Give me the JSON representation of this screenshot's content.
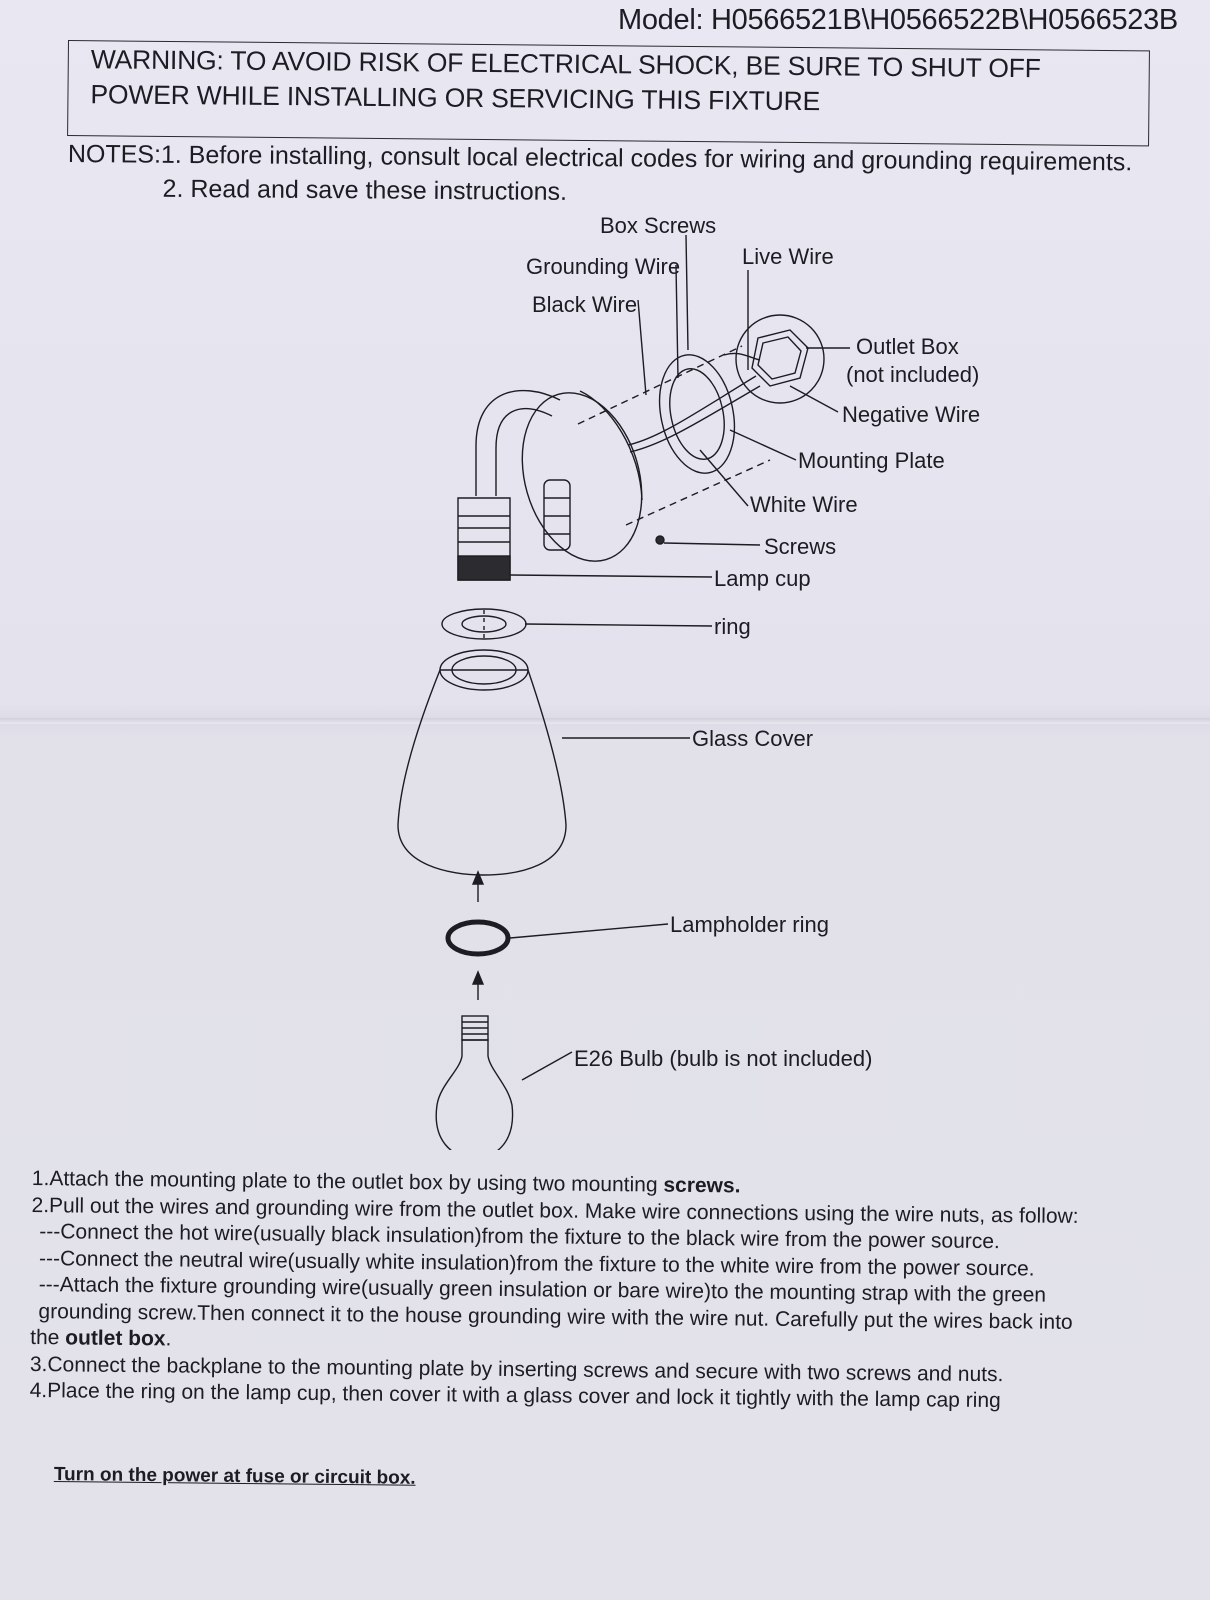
{
  "header": {
    "model": "Model: H0566521B\\H0566522B\\H0566523B",
    "warning_line1": "WARNING: TO AVOID RISK OF ELECTRICAL SHOCK, BE SURE TO SHUT OFF",
    "warning_line2": "POWER WHILE INSTALLING OR SERVICING THIS FIXTURE"
  },
  "notes": {
    "note1": "NOTES:1. Before installing, consult local electrical codes for wiring and grounding requirements.",
    "note2": "2. Read and save these instructions."
  },
  "diagram": {
    "labels": {
      "box_screws": "Box Screws",
      "grounding_wire": "Grounding Wire",
      "black_wire": "Black Wire",
      "live_wire": "Live Wire",
      "outlet_box": "Outlet Box",
      "not_included": "(not included)",
      "negative_wire": "Negative Wire",
      "mounting_plate": "Mounting Plate",
      "white_wire": "White Wire",
      "screws": "Screws",
      "lamp_cup": "Lamp cup",
      "ring": "ring",
      "glass_cover": "Glass Cover",
      "lampholder_ring": "Lampholder ring",
      "bulb": "E26 Bulb (bulb is not included)"
    }
  },
  "steps": {
    "s1a": "1.Attach the mounting plate to the outlet box by using two mounting ",
    "s1b": "screws.",
    "s2": "2.Pull out the wires and grounding wire from the outlet box. Make wire connections using the wire nuts, as follow:",
    "s2a": "---Connect the hot wire(usually black insulation)from the fixture to the black wire from the power source.",
    "s2b": "---Connect the neutral wire(usually white insulation)from the fixture to the white wire from the power source.",
    "s2c": "---Attach the fixture grounding wire(usually green insulation or bare wire)to the mounting strap with the green",
    "s2d": "grounding screw.Then connect it to the house grounding wire with the wire nut. Carefully put the wires back into",
    "s2e_pre": "the ",
    "s2e_bold": "outlet box",
    "s2e_post": ".",
    "s3": "3.Connect the backplane to the mounting plate by inserting screws and secure with two screws and nuts.",
    "s4": "4.Place the ring on the lamp cup, then cover it with a glass cover and lock it tightly with the lamp cap ring"
  },
  "footer": "Turn on the power at fuse or circuit box."
}
